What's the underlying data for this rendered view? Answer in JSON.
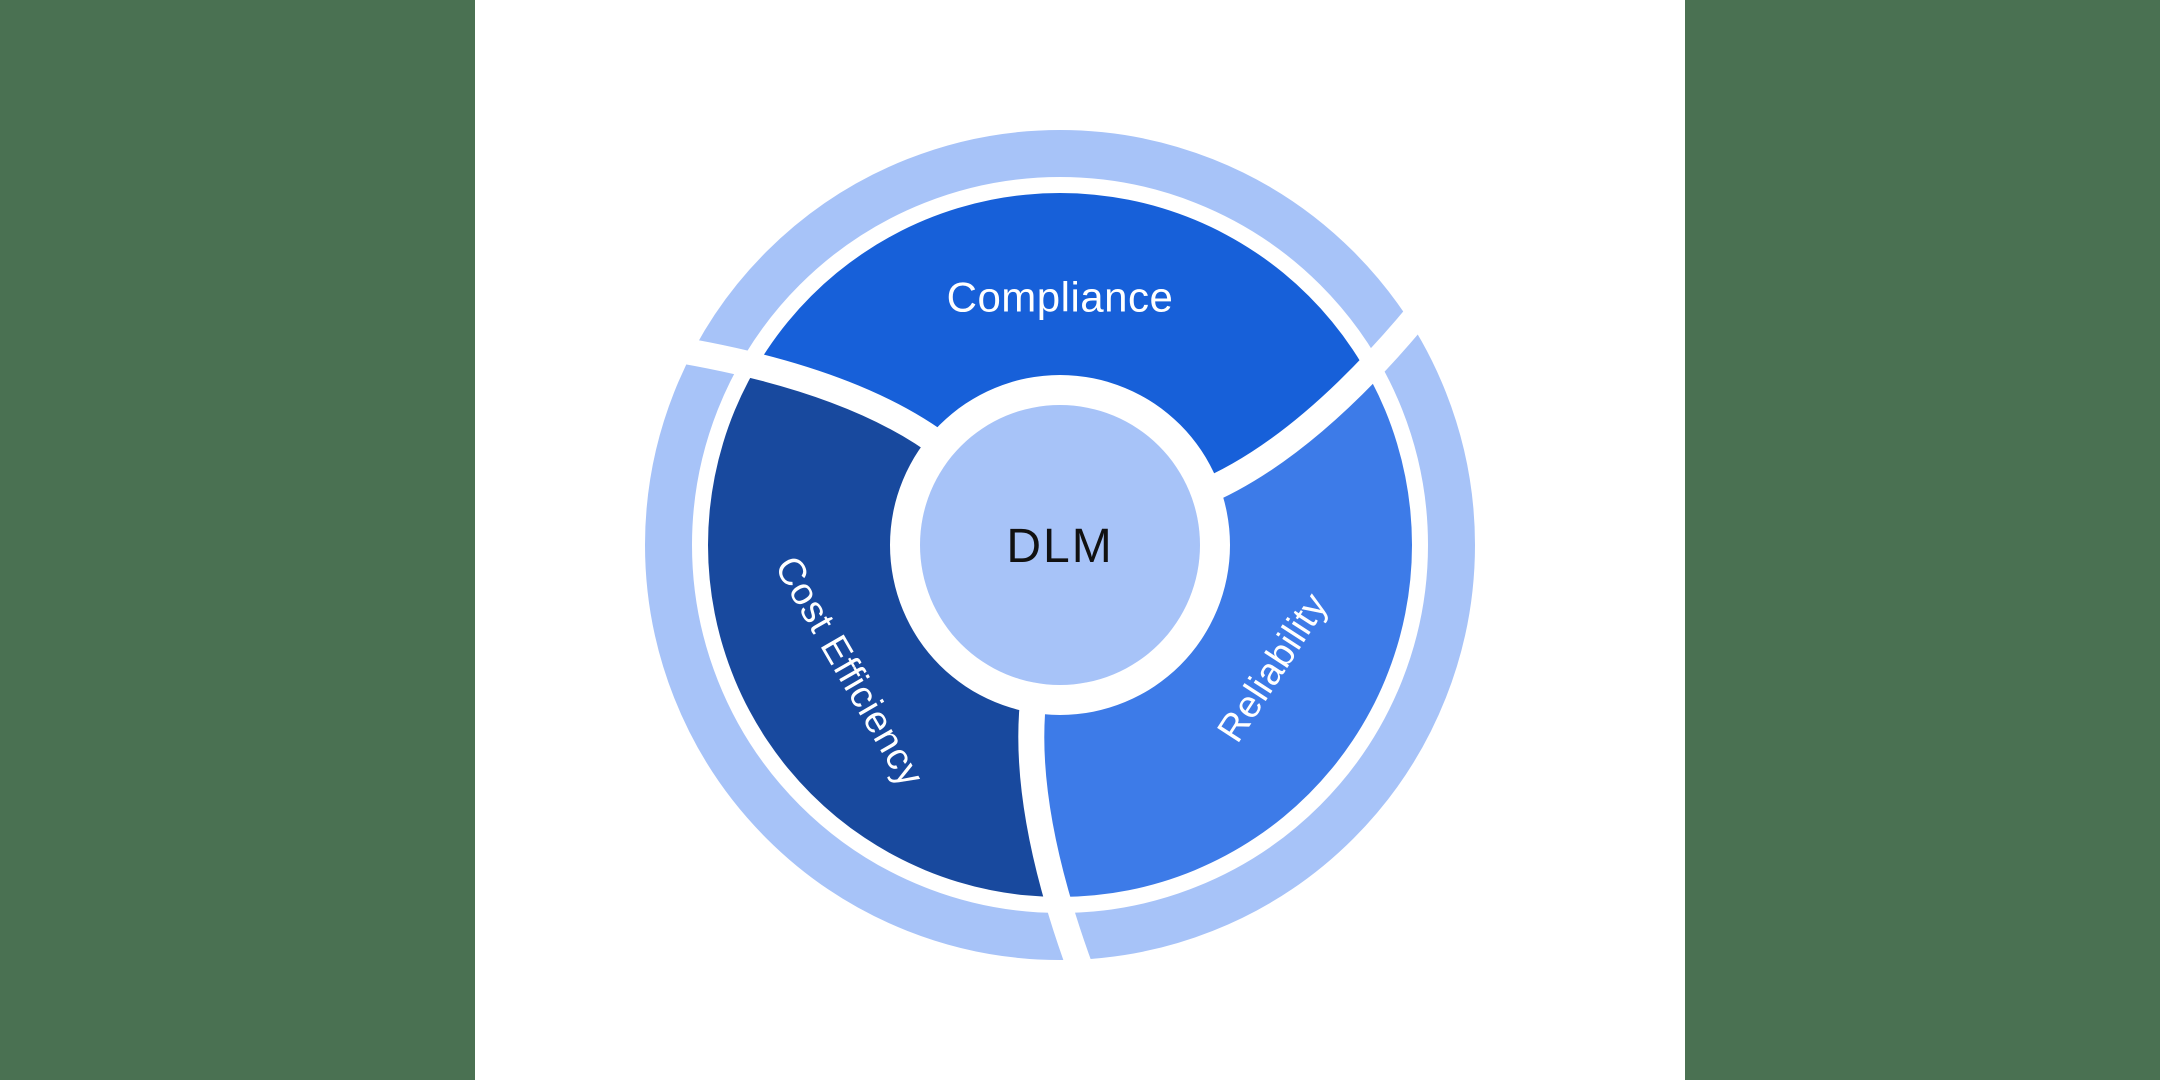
{
  "canvas": {
    "background": "#ffffff",
    "sidebar_color": "#4A7152"
  },
  "diagram": {
    "type": "circular-cycle",
    "ring_color": "#A7C3F8",
    "label_color": "#ffffff",
    "divider_color": "#ffffff",
    "center": {
      "label": "DLM",
      "circle_color": "#A7C3F8",
      "text_color": "#111111"
    },
    "segments": [
      {
        "label": "Compliance",
        "color": "#1760D9",
        "position": "top"
      },
      {
        "label": "Reliability",
        "color": "#3D7BE8",
        "position": "bottom-right"
      },
      {
        "label": "Cost Efficiency",
        "color": "#18499E",
        "position": "bottom-left"
      }
    ]
  }
}
